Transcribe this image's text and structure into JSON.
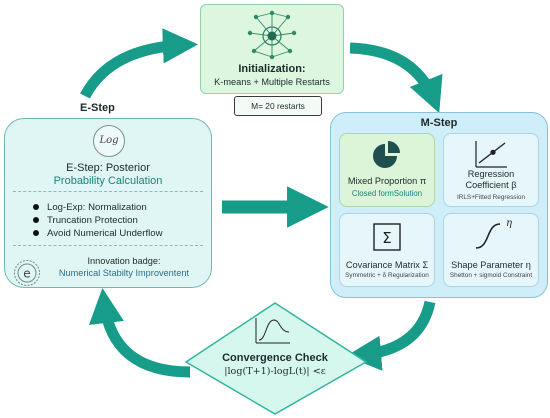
{
  "initialization": {
    "title": "Initialization:",
    "subtitle": "K-means + Multiple Restarts",
    "restarts": "M= 20 restarts"
  },
  "e_step": {
    "label": "E-Step",
    "icon_text": "Log",
    "title": "E-Step: Posterior",
    "subtitle": "Probability Calculation",
    "bullets": [
      "Log-Exp: Normalization",
      "Truncation Protection",
      "Avoid Numerical Underflow"
    ],
    "badge_line1": "Innovation badge:",
    "badge_line2": "Numerical Stabilty Improventent"
  },
  "m_step": {
    "title": "M-Step",
    "cards": [
      {
        "label": "Mixed Proportion π",
        "caption": "Closed formSolution",
        "icon": "pie-chart-icon"
      },
      {
        "label_line1": "Regression",
        "label_line2": "Coefficient β",
        "caption": "IRLS+Fitted Regression",
        "icon": "regression-line-icon"
      },
      {
        "label": "Covariance Matrix Σ",
        "caption": "Symmetric + δ Regularization",
        "icon": "matrix-sigma-icon",
        "icon_text": "Σ"
      },
      {
        "label": "Shape Parameter η",
        "caption": "Shetton + sigmoid Constraint",
        "icon": "sigmoid-curve-icon",
        "icon_text": "η"
      }
    ]
  },
  "convergence": {
    "title": "Convergence Check",
    "formula": "|log(T+1)-logL(t)| <ε"
  },
  "colors": {
    "arrow": "#189c8a",
    "init_bg": "#dcf6df",
    "e_bg": "#dff6f4",
    "m_bg": "#cfeef9",
    "diamond_bg": "#d5f7ee"
  }
}
